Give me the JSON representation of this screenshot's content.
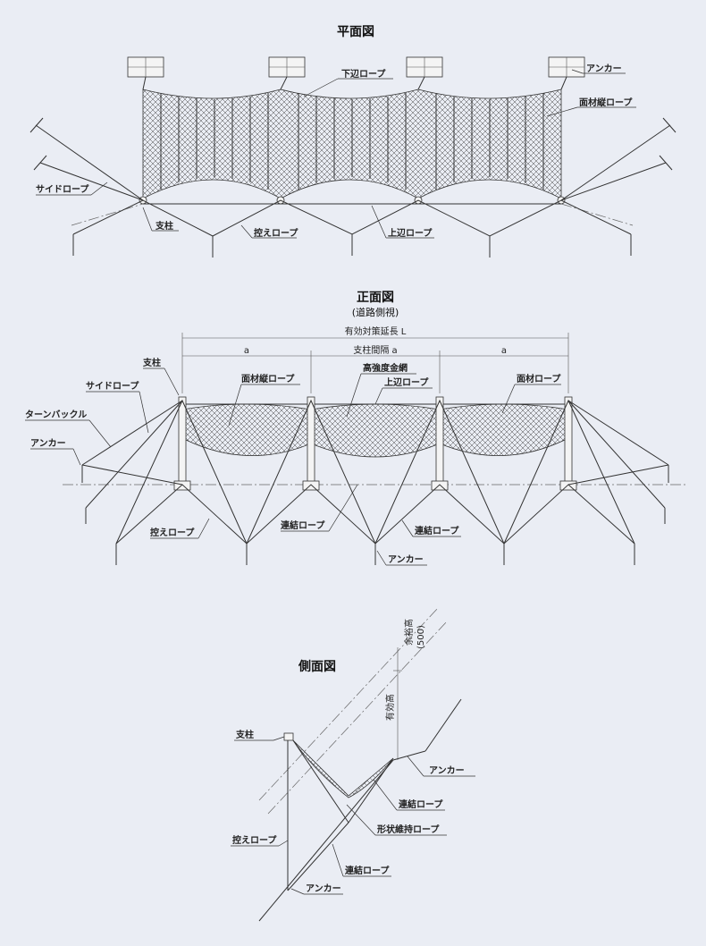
{
  "plan": {
    "title": "平面図",
    "labels": {
      "lower_rope": "下辺ロープ",
      "anchor": "アンカー",
      "vertical_rope": "面材縦ロープ",
      "side_rope": "サイドロープ",
      "post": "支柱",
      "stay_rope": "控えロープ",
      "upper_rope": "上辺ロープ"
    }
  },
  "front": {
    "title": "正面図",
    "subtitle": "(道路側視)",
    "labels": {
      "effective_length": "有効対策延長 L",
      "span_a": "a",
      "post_spacing": "支柱間隔 a",
      "post": "支柱",
      "side_rope": "サイドロープ",
      "vertical_rope": "面材縦ロープ",
      "high_strength_mesh": "高強度金網",
      "upper_rope": "上辺ロープ",
      "panel_rope": "面材ロープ",
      "turnbuckle": "ターンバックル",
      "anchor": "アンカー",
      "stay_rope": "控えロープ",
      "connecting_rope_1": "連結ロープ",
      "connecting_rope_2": "連結ロープ",
      "anchor_bottom": "アンカー"
    }
  },
  "side": {
    "title": "側面図",
    "labels": {
      "margin_height": "余裕高",
      "margin_value": "(500)",
      "effective_height": "有効高",
      "post": "支柱",
      "anchor_right": "アンカー",
      "connecting_rope_upper": "連結ロープ",
      "shape_rope": "形状維持ロープ",
      "stay_rope": "控えロープ",
      "connecting_rope_lower": "連結ロープ",
      "anchor_bottom": "アンカー"
    }
  }
}
